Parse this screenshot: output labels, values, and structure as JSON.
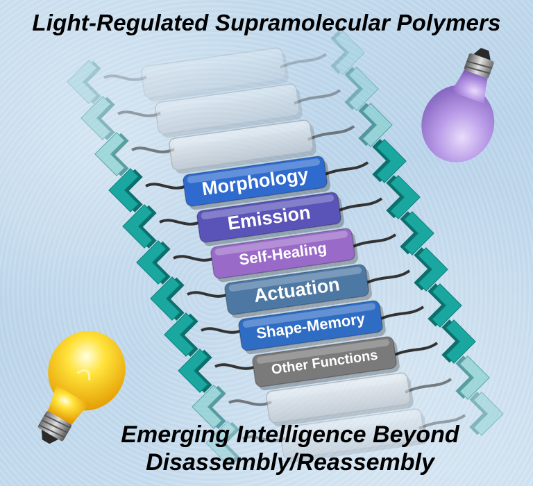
{
  "title": "Light-Regulated Supramolecular Polymers",
  "subtitle_line1": "Emerging Intelligence Beyond",
  "subtitle_line2": "Disassembly/Reassembly",
  "functions": [
    {
      "label": "Morphology",
      "color": "#2f6bcf"
    },
    {
      "label": "Emission",
      "color": "#5b54b8"
    },
    {
      "label": "Self-Healing",
      "color": "#9a6ac8"
    },
    {
      "label": "Actuation",
      "color": "#4e78a4"
    },
    {
      "label": "Shape-Memory",
      "color": "#2f6dc4"
    },
    {
      "label": "Other Functions",
      "color": "#7a7a7a"
    }
  ],
  "colors": {
    "chevron": "#1aa7a0",
    "chevron_faded": "#7fd0cc",
    "ghost_bar": "#c9ced4",
    "bulb_on": "#ffd21e",
    "bulb_off": "#b89ae6"
  },
  "icons": [
    "lit-lightbulb-icon",
    "unlit-lightbulb-icon"
  ]
}
